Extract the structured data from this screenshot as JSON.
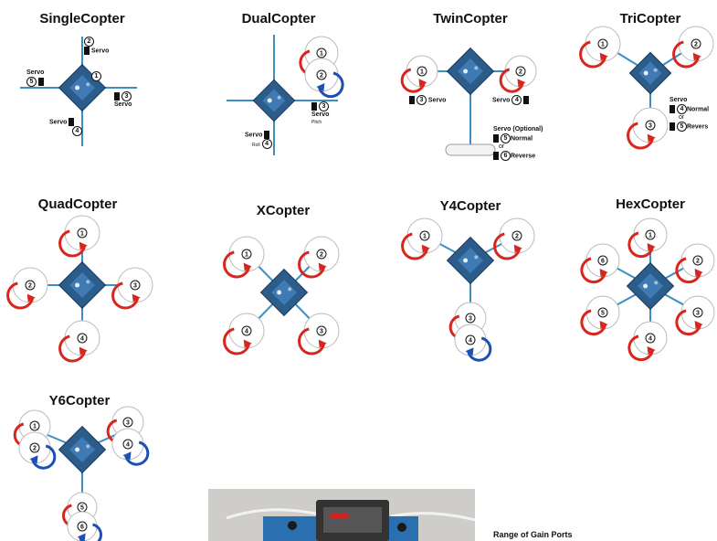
{
  "titles": {
    "single": "SingleCopter",
    "dual": "DualCopter",
    "twin": "TwinCopter",
    "tri": "TriCopter",
    "quad": "QuadCopter",
    "x": "XCopter",
    "y4": "Y4Copter",
    "hex": "HexCopter",
    "y6": "Y6Copter"
  },
  "labels": {
    "servo": "Servo",
    "servo_optional": "Servo (Optional)",
    "normal": "Normal",
    "reverse": "Reverse",
    "revers_cut": "Revers",
    "or": "or",
    "roll": "Roll",
    "pitch": "Pitch",
    "n1": "1",
    "n2": "2",
    "n3": "3",
    "n4": "4",
    "n5": "5",
    "n6": "6"
  },
  "caption": "Range of Gain Ports",
  "colors": {
    "arm": "#3b8fc4",
    "cw": "#d8261f",
    "ccw": "#1e4fb4",
    "board": "#2b5c8a"
  }
}
